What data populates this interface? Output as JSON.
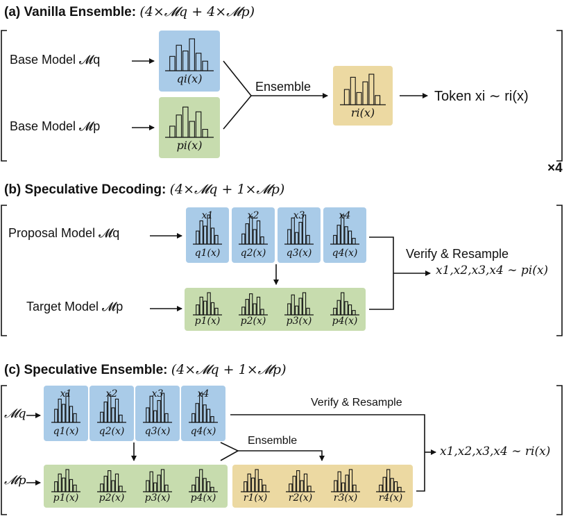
{
  "panel_a": {
    "title_bold": "(a) Vanilla Ensemble:",
    "title_formula": "(4×𝓜q + 4×𝓜p)",
    "base_q": "Base Model  𝓜q",
    "base_p": "Base Model  𝓜p",
    "q_dist": "qi(x)",
    "p_dist": "pi(x)",
    "r_dist": "ri(x)",
    "ensemble": "Ensemble",
    "token": "Token  xi ∼ ri(x)",
    "repeat": "×4"
  },
  "panel_b": {
    "title_bold": "(b) Speculative Decoding:",
    "title_formula": "(4×𝓜q + 1×𝓜p)",
    "proposal": "Proposal Model  𝓜q",
    "target": "Target Model  𝓜p",
    "tokens": [
      "x1",
      "x2",
      "x3",
      "x4"
    ],
    "q_dists": [
      "q1(x)",
      "q2(x)",
      "q3(x)",
      "q4(x)"
    ],
    "p_dists": [
      "p1(x)",
      "p2(x)",
      "p3(x)",
      "p4(x)"
    ],
    "verify": "Verify & Resample",
    "output": "x1,x2,x3,x4 ∼ pi(x)"
  },
  "panel_c": {
    "title_bold": "(c) Speculative Ensemble:",
    "title_formula": "(4×𝓜q + 1×𝓜p)",
    "mq": "𝓜q",
    "mp": "𝓜p",
    "tokens": [
      "x1",
      "x2",
      "x3",
      "x4"
    ],
    "q_dists": [
      "q1(x)",
      "q2(x)",
      "q3(x)",
      "q4(x)"
    ],
    "p_dists": [
      "p1(x)",
      "p2(x)",
      "p3(x)",
      "p4(x)"
    ],
    "r_dists": [
      "r1(x)",
      "r2(x)",
      "r3(x)",
      "r4(x)"
    ],
    "verify": "Verify & Resample",
    "ensemble": "Ensemble",
    "output": "x1,x2,x3,x4 ∼ ri(x)"
  },
  "colors": {
    "blue": "#a9cbe8",
    "green": "#c7dcae",
    "yellow": "#ecd9a2"
  }
}
